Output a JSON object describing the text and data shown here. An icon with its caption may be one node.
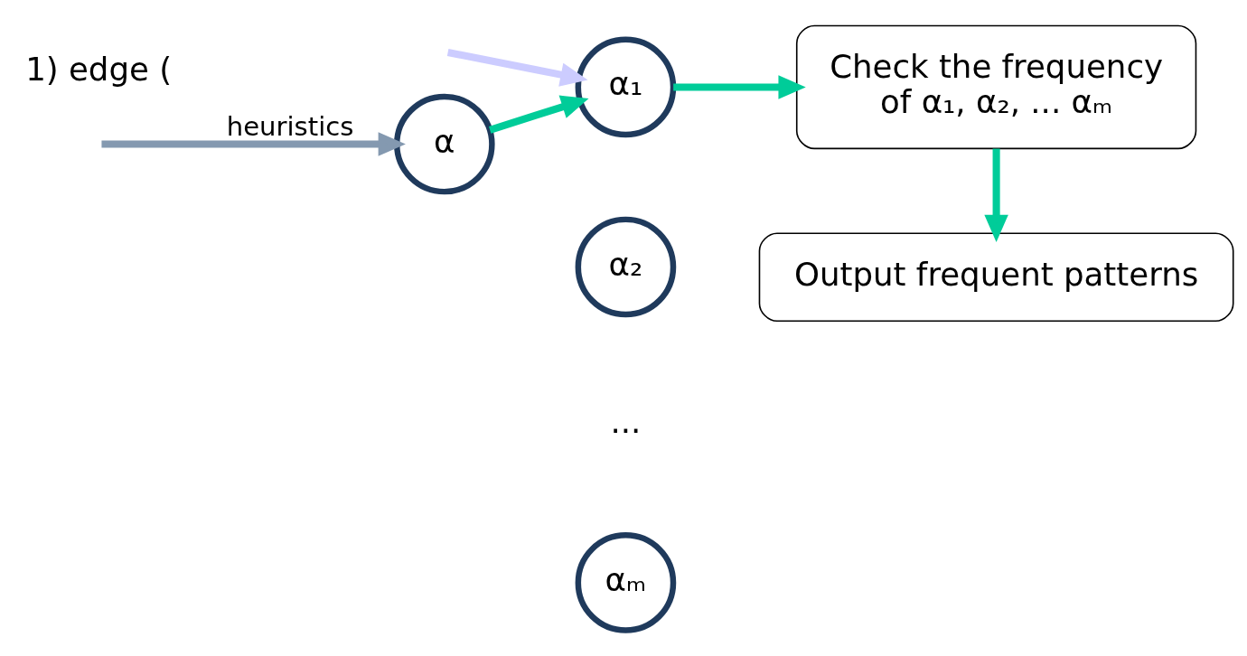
{
  "diagram": {
    "nodes": [
      {
        "text": [
          "α"
        ]
      },
      {
        "text": [
          "α₁"
        ]
      },
      {
        "text": [
          "α₂"
        ]
      },
      {
        "text": [
          "αₘ"
        ]
      },
      {
        "text": [
          "Check the frequency of α₁, α₂, ... αₘ"
        ]
      },
      {
        "text": [
          "Output frequent patterns"
        ]
      }
    ],
    "edges": [
      {
        "from": 0,
        "to": 1,
        "arrow": "to"
      },
      {
        "from": null,
        "to": 1,
        "arrow": "to",
        "color": "#ccccff"
      },
      {
        "from": 1,
        "to": 4,
        "arrow": "to"
      },
      {
        "from": 4,
        "to": 5,
        "arrow": "to"
      },
      {
        "from": null,
        "to": 0,
        "arrow": "to",
        "label": "heuristics",
        "color": "#8499b0"
      }
    ],
    "labels": [
      "1) edge (",
      "..."
    ]
  }
}
